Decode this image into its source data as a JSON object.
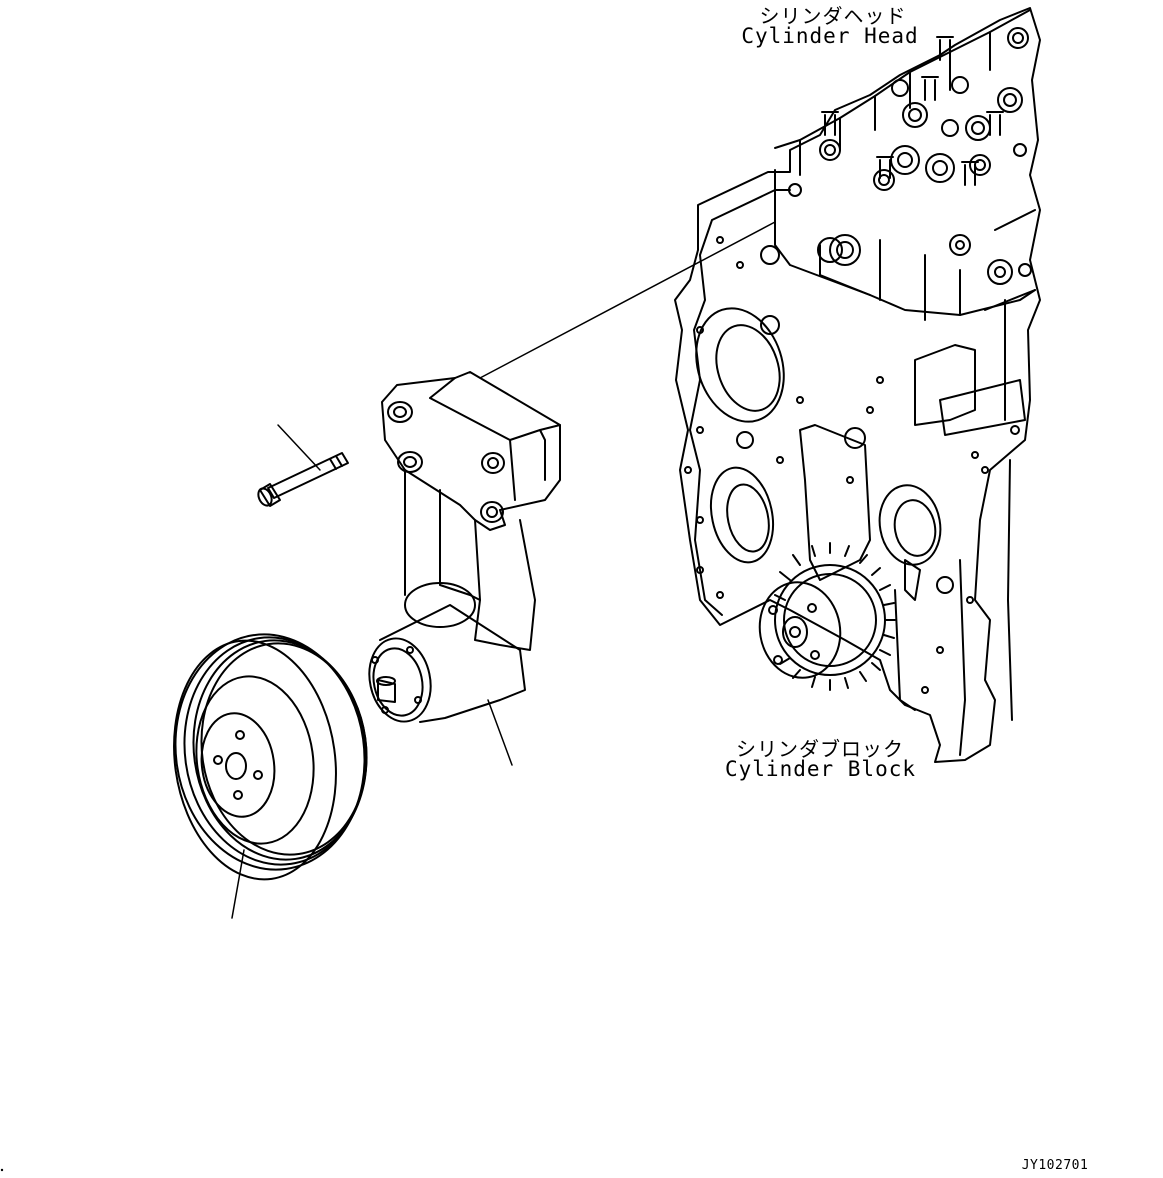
{
  "labels": {
    "cylinder_head_jp": "シリンダヘッド",
    "cylinder_head_en": "Cylinder Head",
    "cylinder_block_jp": "シリンダブロック",
    "cylinder_block_en": "Cylinder Block",
    "drawing_code": "JY102701"
  },
  "parts": [
    {
      "name": "bolt"
    },
    {
      "name": "bracket-with-idler"
    },
    {
      "name": "pulley"
    },
    {
      "name": "cylinder-block"
    },
    {
      "name": "cylinder-head"
    }
  ],
  "colors": {
    "line": "#000000",
    "background": "#ffffff"
  }
}
